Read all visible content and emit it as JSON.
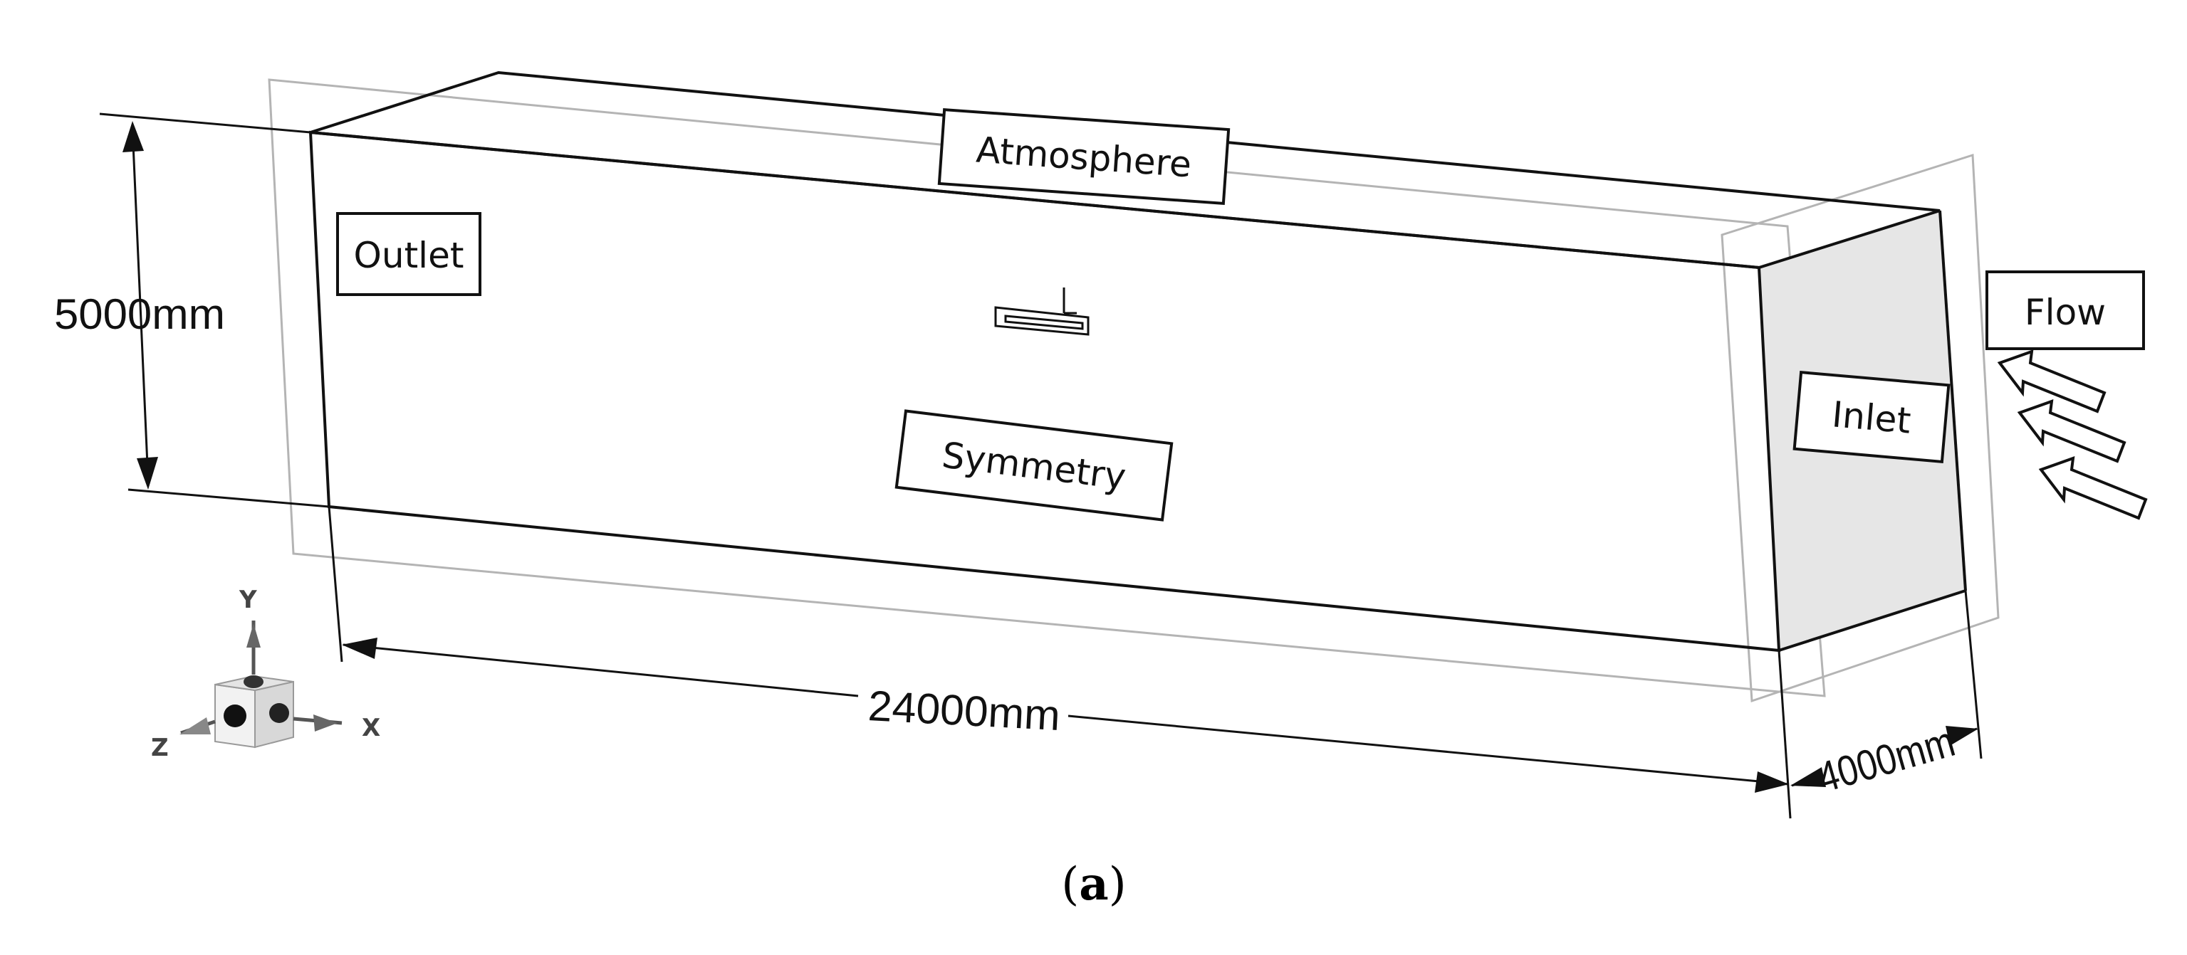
{
  "labels": {
    "atmosphere": "Atmosphere",
    "outlet": "Outlet",
    "symmetry": "Symmetry",
    "inlet": "Inlet",
    "flow": "Flow"
  },
  "dimensions": {
    "height": "5000mm",
    "length": "24000mm",
    "width": "4000mm"
  },
  "axes": {
    "x": "X",
    "y": "Y",
    "z": "Z"
  },
  "caption": {
    "open": "(",
    "letter": "a",
    "close": ")"
  },
  "colors": {
    "line": "#111111",
    "plane": "#b4b4b4",
    "inlet_face": "#e6e6e6",
    "axis_grey": "#555555"
  }
}
